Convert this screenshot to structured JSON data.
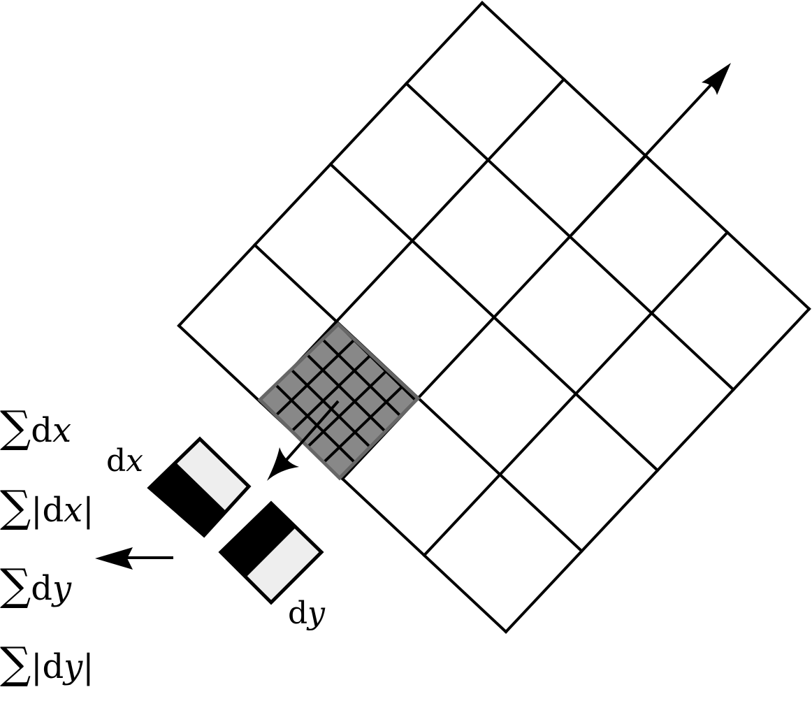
{
  "labels": {
    "dx_filter": {
      "pre": "d",
      "var": "x"
    },
    "dy_filter": {
      "pre": "d",
      "var": "y"
    },
    "sums": [
      {
        "sigma": "∑",
        "open": "",
        "pre": "d",
        "var": "x",
        "close": ""
      },
      {
        "sigma": "∑",
        "open": "|",
        "pre": "d",
        "var": "x",
        "close": "|"
      },
      {
        "sigma": "∑",
        "open": "",
        "pre": "d",
        "var": "y",
        "close": ""
      },
      {
        "sigma": "∑",
        "open": "|",
        "pre": "d",
        "var": "y",
        "close": "|"
      }
    ]
  },
  "colors": {
    "line": "#000000",
    "subregion_fill": "#888888",
    "subregion_border": "#666666",
    "filter_light": "#eeeeee",
    "filter_dark": "#000000"
  }
}
